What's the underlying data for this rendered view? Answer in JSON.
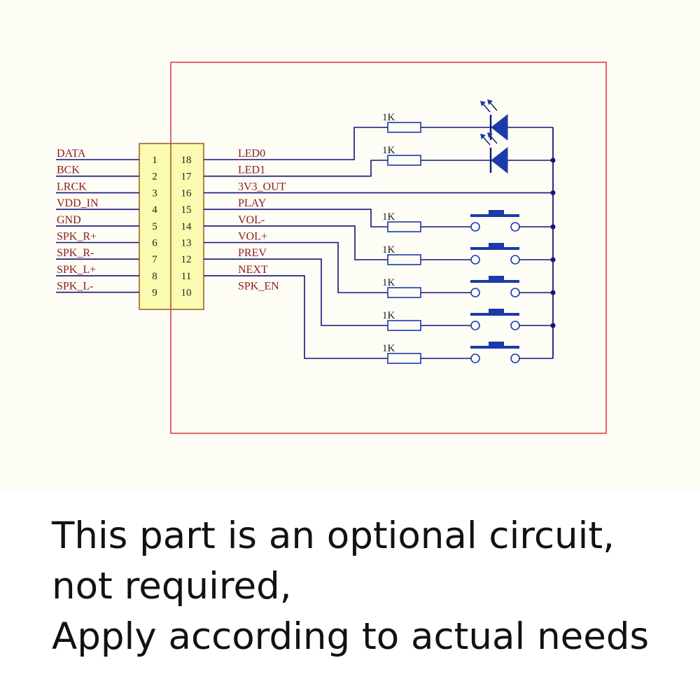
{
  "colors": {
    "wire": "#14147a",
    "label": "#8b1a1a",
    "frame": "#d23a3a",
    "header_fill": "#fafab0",
    "header_stroke": "#9b5a1a",
    "component": "#1c3aa8"
  },
  "left_pins": [
    {
      "num": "1",
      "label": "DATA"
    },
    {
      "num": "2",
      "label": "BCK"
    },
    {
      "num": "3",
      "label": "LRCK"
    },
    {
      "num": "4",
      "label": "VDD_IN"
    },
    {
      "num": "5",
      "label": "GND"
    },
    {
      "num": "6",
      "label": "SPK_R+"
    },
    {
      "num": "7",
      "label": "SPK_R-"
    },
    {
      "num": "8",
      "label": "SPK_L+"
    },
    {
      "num": "9",
      "label": "SPK_L-"
    }
  ],
  "right_pins": [
    {
      "num": "18",
      "label": "LED0"
    },
    {
      "num": "17",
      "label": "LED1"
    },
    {
      "num": "16",
      "label": "3V3_OUT"
    },
    {
      "num": "15",
      "label": "PLAY"
    },
    {
      "num": "14",
      "label": "VOL-"
    },
    {
      "num": "13",
      "label": "VOL+"
    },
    {
      "num": "12",
      "label": "PREV"
    },
    {
      "num": "11",
      "label": "NEXT"
    },
    {
      "num": "10",
      "label": "SPK_EN"
    }
  ],
  "resistor_value": "1K",
  "led_count": 2,
  "button_count": 5,
  "caption": {
    "line1": "This part is an optional circuit,",
    "line2": "not required,",
    "line3": "Apply according to actual needs"
  }
}
